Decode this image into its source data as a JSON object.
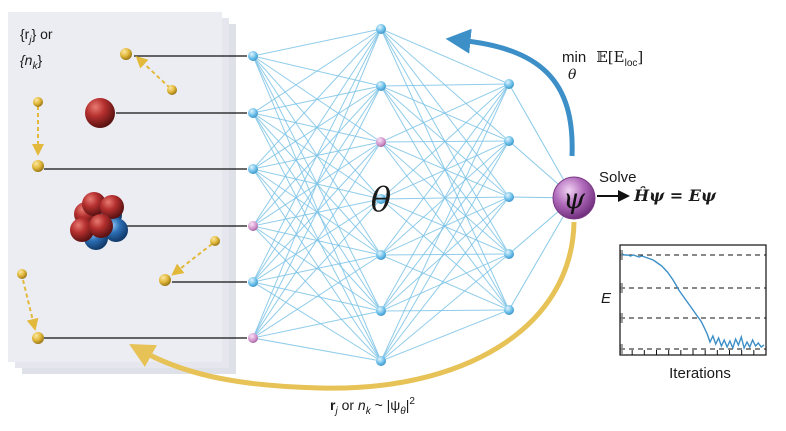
{
  "panel": {
    "config_label_line1": "{r",
    "config_label_sub_j": "j",
    "config_label_line1_end": "} or",
    "config_label_line2": "{n",
    "config_label_sub_k": "k",
    "config_label_line2_end": "}"
  },
  "network": {
    "parameter_label": "θ"
  },
  "wavefunction": {
    "symbol": "ψ",
    "solve_label": "Solve",
    "equation_H": "Ĥψ",
    "equation_eq": " = ",
    "equation_E": "Eψ"
  },
  "optimization": {
    "min_label": "min",
    "min_sub": "θ",
    "expectation": "𝔼[E",
    "expectation_sub": "loc",
    "expectation_end": "]"
  },
  "sampling": {
    "r": "r",
    "r_sub": "j",
    "or": " or ",
    "n": "n",
    "n_sub": "k",
    "tilde": " ~ |ψ",
    "psi_sub": "θ",
    "end": "|",
    "exponent": "2"
  },
  "energy_plot": {
    "ylabel": "E",
    "xlabel": "Iterations"
  },
  "colors": {
    "panel_bg": "#ecedf3",
    "node_blue": "#6cc0ea",
    "node_pink": "#d69ad0",
    "edge": "#7cc3e6",
    "blue_arrow": "#3d8fc8",
    "gold_arrow": "#e6c257",
    "psi_fill": "#a45bb0",
    "red_atom": "#b5302f",
    "blue_atom": "#2c6fb5",
    "particle": "#e2b93c"
  },
  "chart_data": {
    "type": "line",
    "xlabel": "Iterations",
    "ylabel": "E",
    "x": [
      0,
      2,
      4,
      6,
      8,
      10,
      12,
      14,
      16,
      18,
      20,
      22,
      24,
      26,
      28,
      30,
      32,
      34,
      36,
      38,
      40,
      42,
      44,
      46,
      48,
      50,
      52,
      54,
      56,
      58,
      60,
      62,
      64,
      66,
      68,
      70,
      72,
      74,
      76,
      78,
      80,
      82,
      84,
      86,
      88,
      90,
      92,
      94,
      96,
      98,
      100
    ],
    "y": [
      0.98,
      0.97,
      0.97,
      0.96,
      0.97,
      0.96,
      0.95,
      0.96,
      0.95,
      0.94,
      0.93,
      0.92,
      0.9,
      0.88,
      0.86,
      0.83,
      0.8,
      0.76,
      0.72,
      0.67,
      0.62,
      0.58,
      0.54,
      0.5,
      0.46,
      0.42,
      0.38,
      0.34,
      0.3,
      0.24,
      0.18,
      0.1,
      0.16,
      0.08,
      0.14,
      0.06,
      0.12,
      0.05,
      0.11,
      0.04,
      0.13,
      0.07,
      0.15,
      0.04,
      0.1,
      0.05,
      0.12,
      0.06,
      0.09,
      0.05,
      0.07
    ],
    "xlim": [
      0,
      100
    ],
    "ylim": [
      0,
      1
    ]
  }
}
